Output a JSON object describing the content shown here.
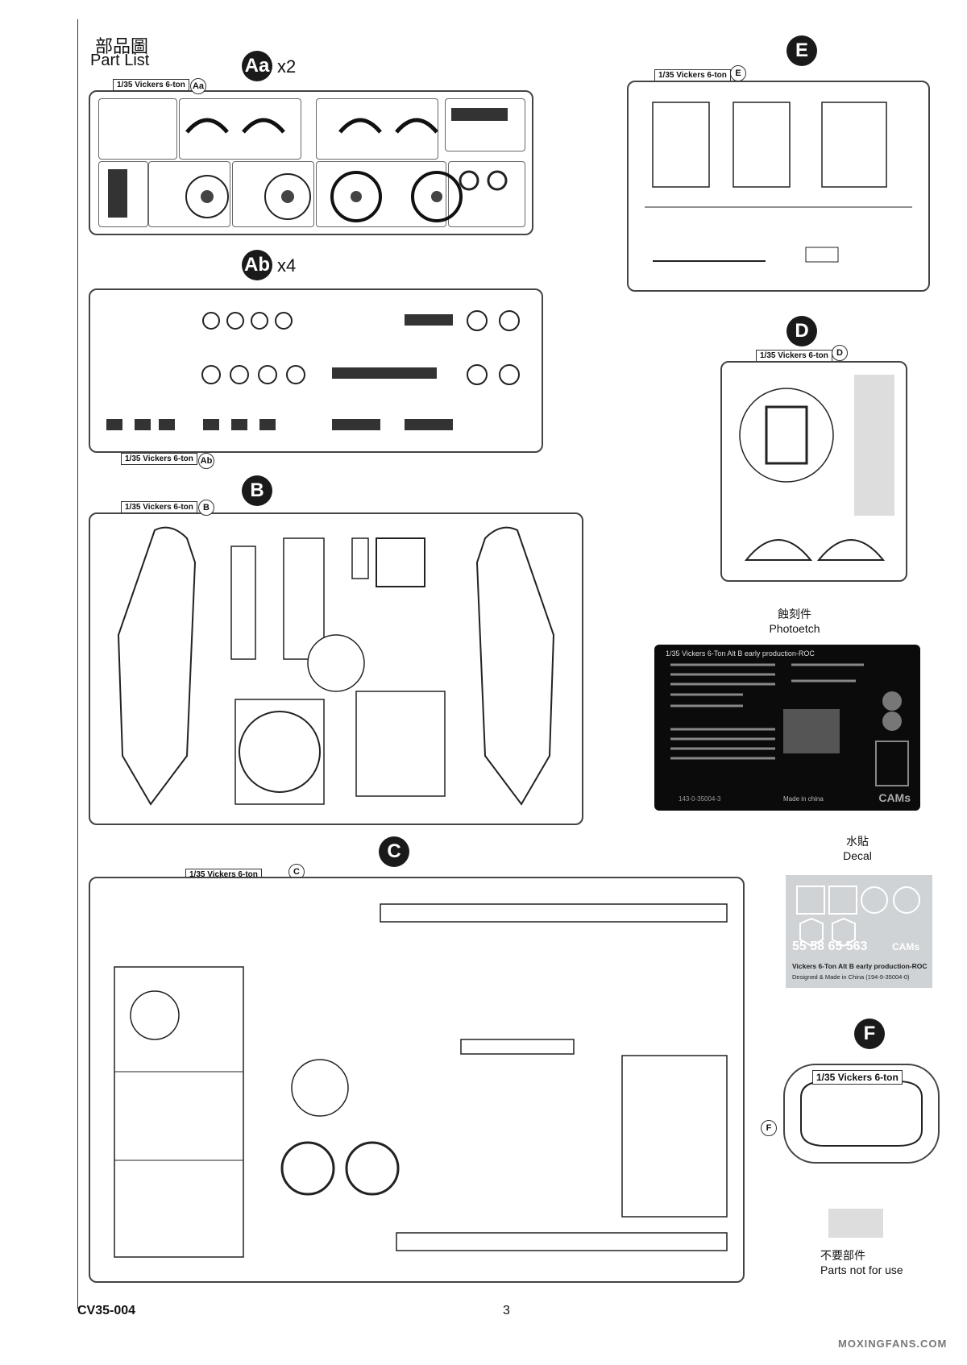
{
  "header": {
    "title_cn": "部品圖",
    "title_en": "Part List"
  },
  "sprues": {
    "Aa": {
      "badge": "Aa",
      "mult": "x2",
      "tag": "1/35 Vickers 6-ton",
      "circ": "Aa"
    },
    "Ab": {
      "badge": "Ab",
      "mult": "x4",
      "tag": "1/35 Vickers 6-ton",
      "circ": "Ab"
    },
    "B": {
      "badge": "B",
      "tag": "1/35 Vickers 6-ton",
      "circ": "B"
    },
    "C": {
      "badge": "C",
      "tag": "1/35 Vickers 6-ton",
      "circ": "C"
    },
    "D": {
      "badge": "D",
      "tag": "1/35 Vickers 6-ton",
      "circ": "D"
    },
    "E": {
      "badge": "E",
      "tag": "1/35 Vickers 6-ton",
      "circ": "E"
    },
    "F": {
      "badge": "F",
      "tag": "1/35 Vickers 6-ton",
      "circ": "F"
    }
  },
  "photoetch": {
    "label_cn": "蝕刻件",
    "label_en": "Photoetch",
    "sheet_title": "1/35 Vickers 6-Ton Alt B early production-ROC",
    "made": "Made in china",
    "brand": "CAMs",
    "code": "143-0-35004-3"
  },
  "decal": {
    "label_cn": "水貼",
    "label_en": "Decal",
    "numbers": "55 58 65 563",
    "brand": "CAMs",
    "name": "Vickers 6-Ton Alt B early production-ROC",
    "designed": "Designed & Made in China (194-9-35004-0)"
  },
  "legend": {
    "label_cn": "不要部件",
    "label_en": "Parts not for use"
  },
  "footer": {
    "code": "CV35-004",
    "page": "3"
  },
  "watermark": "MOXINGFANS.COM"
}
